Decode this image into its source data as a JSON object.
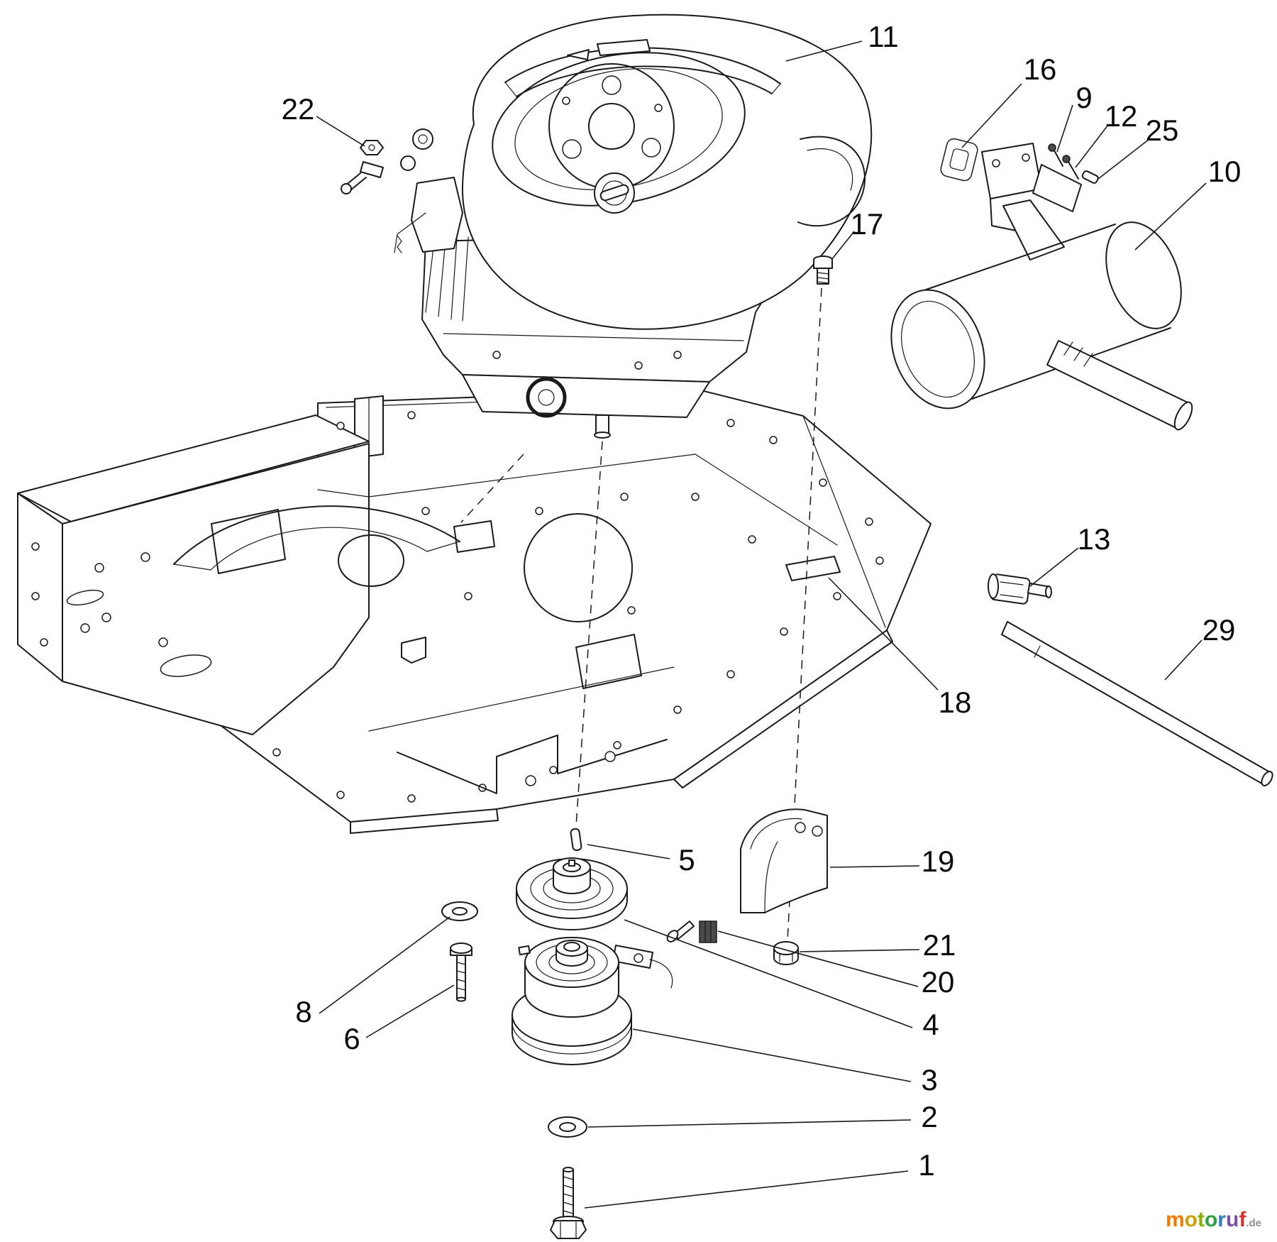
{
  "diagram": {
    "type": "exploded-parts-diagram",
    "background": "#ffffff",
    "line_color": "#1a1a1a",
    "callouts": [
      {
        "id": "11",
        "label": "11"
      },
      {
        "id": "22",
        "label": "22"
      },
      {
        "id": "16",
        "label": "16"
      },
      {
        "id": "9",
        "label": "9"
      },
      {
        "id": "12",
        "label": "12"
      },
      {
        "id": "25",
        "label": "25"
      },
      {
        "id": "10",
        "label": "10"
      },
      {
        "id": "17",
        "label": "17"
      },
      {
        "id": "13",
        "label": "13"
      },
      {
        "id": "29",
        "label": "29"
      },
      {
        "id": "18",
        "label": "18"
      },
      {
        "id": "19",
        "label": "19"
      },
      {
        "id": "5",
        "label": "5"
      },
      {
        "id": "21",
        "label": "21"
      },
      {
        "id": "20",
        "label": "20"
      },
      {
        "id": "4",
        "label": "4"
      },
      {
        "id": "8",
        "label": "8"
      },
      {
        "id": "6",
        "label": "6"
      },
      {
        "id": "3",
        "label": "3"
      },
      {
        "id": "2",
        "label": "2"
      },
      {
        "id": "1",
        "label": "1"
      }
    ]
  },
  "watermark": {
    "letters": [
      {
        "char": "m",
        "color": "#ef7c00"
      },
      {
        "char": "o",
        "color": "#d0a000"
      },
      {
        "char": "t",
        "color": "#88b000"
      },
      {
        "char": "o",
        "color": "#2fa042"
      },
      {
        "char": "r",
        "color": "#2e7bbd"
      },
      {
        "char": "u",
        "color": "#7a4fa5"
      },
      {
        "char": "f",
        "color": "#d8342c"
      }
    ],
    "suffix": {
      "text": ".de",
      "color": "#8f8f8f"
    }
  }
}
